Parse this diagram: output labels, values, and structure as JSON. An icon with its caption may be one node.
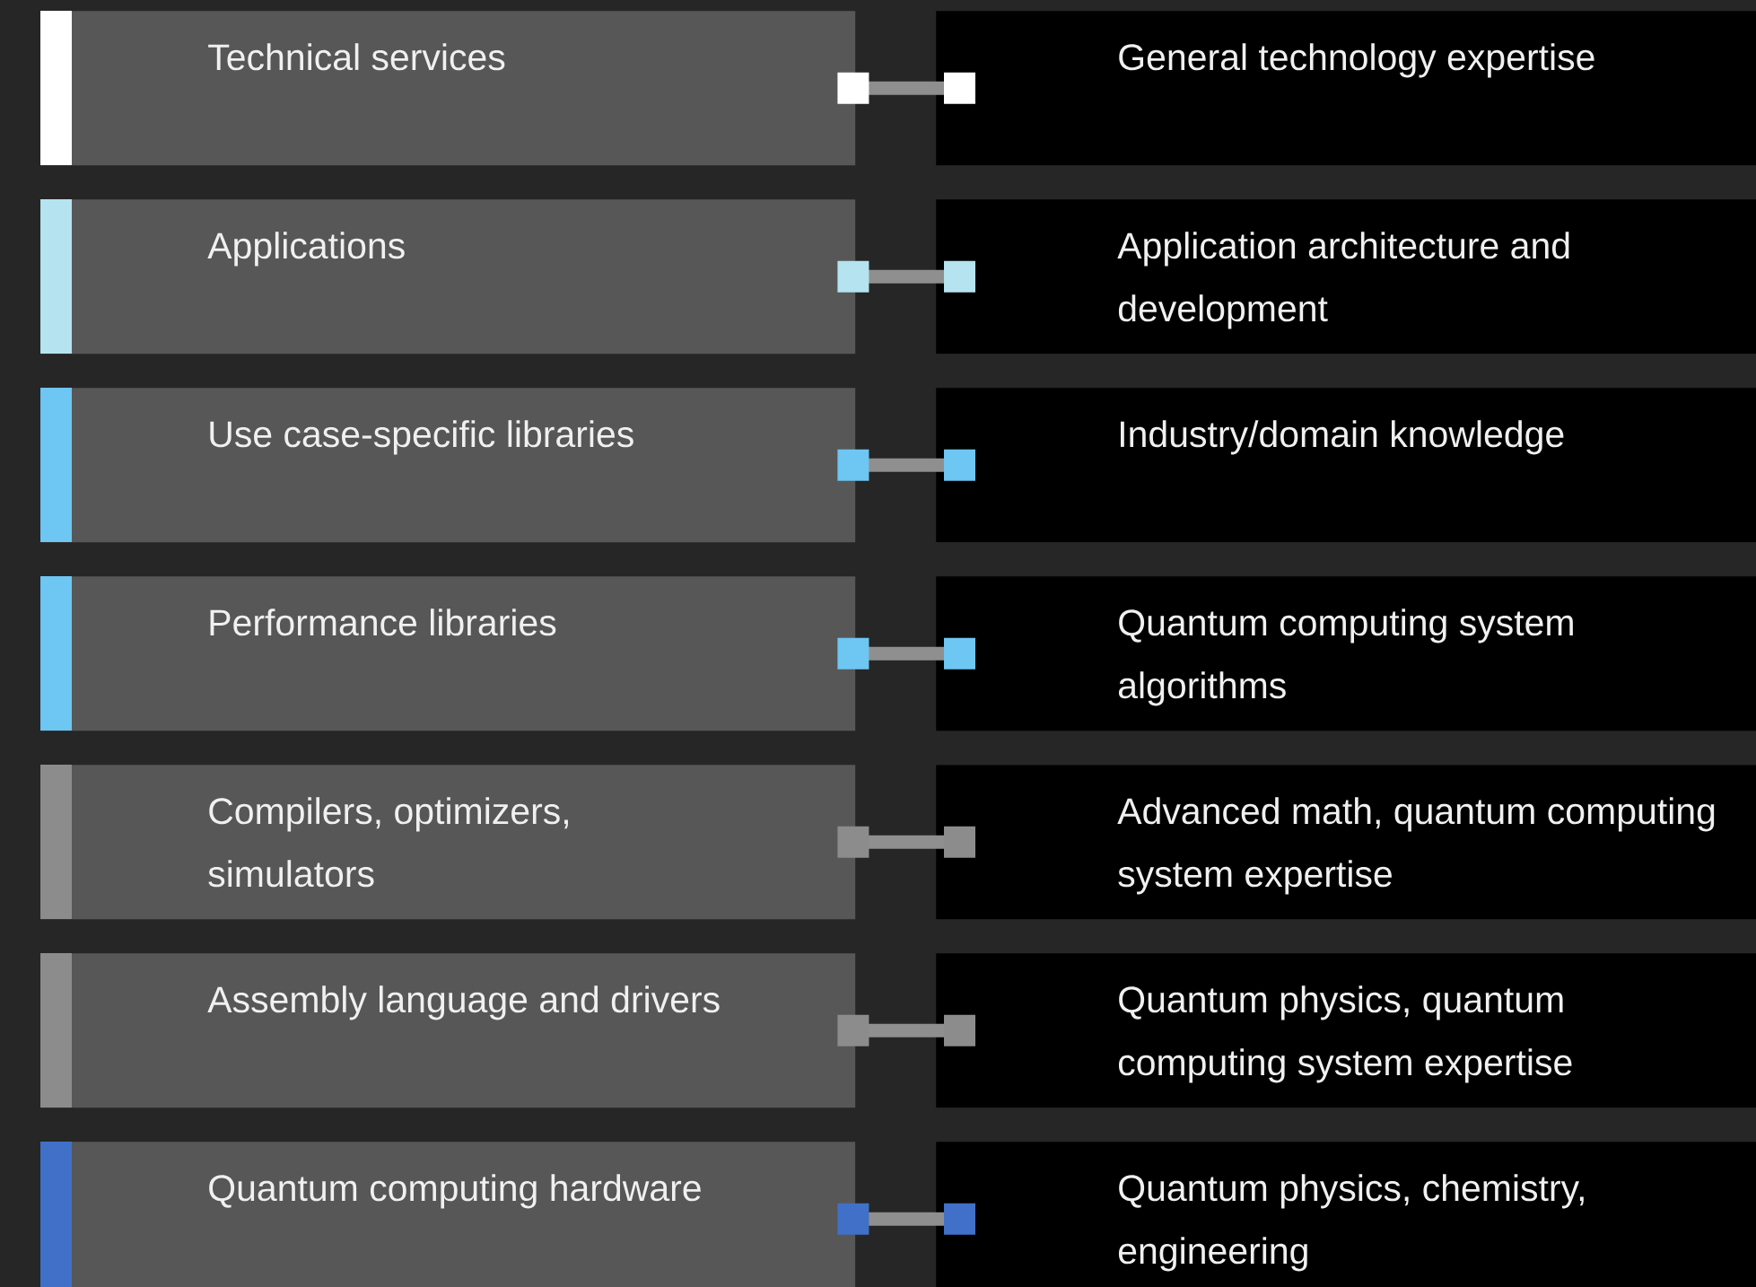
{
  "diagram": {
    "nodes": [
      {
        "text": [
          "Technical services"
        ]
      },
      {
        "text": [
          "General technology expertise"
        ]
      },
      {
        "text": [
          "Applications"
        ]
      },
      {
        "text": [
          "Application architecture and development"
        ]
      },
      {
        "text": [
          "Use case-specific libraries"
        ]
      },
      {
        "text": [
          "Industry/domain knowledge"
        ]
      },
      {
        "text": [
          "Performance libraries"
        ]
      },
      {
        "text": [
          "Quantum computing system algorithms"
        ]
      },
      {
        "text": [
          "Compilers, optimizers, simulators"
        ]
      },
      {
        "text": [
          "Advanced math, quantum computing system expertise"
        ]
      },
      {
        "text": [
          "Assembly language and drivers"
        ]
      },
      {
        "text": [
          "Quantum physics, quantum computing system expertise"
        ]
      },
      {
        "text": [
          "Quantum computing hardware"
        ]
      },
      {
        "text": [
          "Quantum physics, chemistry, engineering"
        ]
      }
    ],
    "edges": [
      {
        "from": 0,
        "to": 1,
        "arrow": "other"
      },
      {
        "from": 2,
        "to": 3,
        "arrow": "other"
      },
      {
        "from": 4,
        "to": 5,
        "arrow": "other"
      },
      {
        "from": 6,
        "to": 7,
        "arrow": "other"
      },
      {
        "from": 8,
        "to": 9,
        "arrow": "other"
      },
      {
        "from": 10,
        "to": 11,
        "arrow": "other"
      },
      {
        "from": 12,
        "to": 13,
        "arrow": "other"
      }
    ]
  }
}
